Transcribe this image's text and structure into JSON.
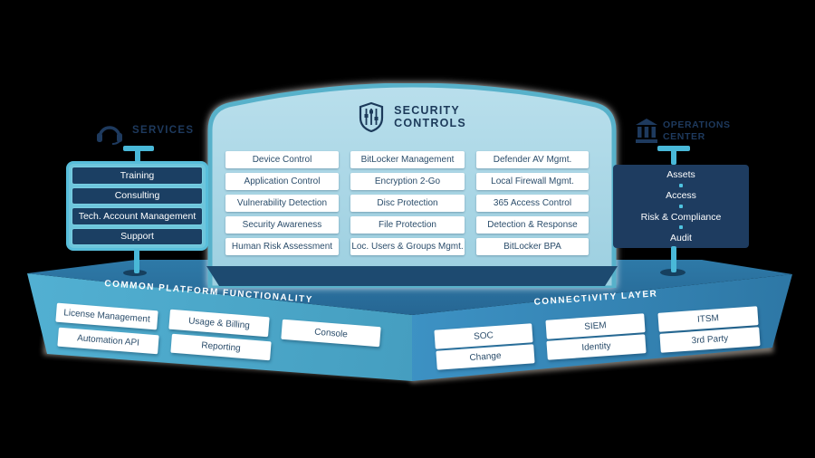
{
  "colors": {
    "background": "#000000",
    "accent_cyan": "#49b8d8",
    "navy": "#1e3c60",
    "panel_fill": "#aad5e5",
    "panel_border": "#57b1ca",
    "platform_top_face": "#2a6e99",
    "platform_left_face": "#4aa6c8",
    "platform_right_face": "#3585b5",
    "chip_text": "#2b4d6b"
  },
  "center_panel": {
    "icon": "shield-sliders-icon",
    "title_line1": "SECURITY",
    "title_line2": "CONTROLS",
    "columns": [
      {
        "items": [
          "Device Control",
          "Application Control",
          "Vulnerability Detection",
          "Security Awareness",
          "Human Risk Assessment"
        ]
      },
      {
        "items": [
          "BitLocker Management",
          "Encryption 2-Go",
          "Disc Protection",
          "File Protection",
          "Loc. Users & Groups Mgmt."
        ]
      },
      {
        "items": [
          "Defender AV Mgmt.",
          "Local Firewall Mgmt.",
          "365 Access Control",
          "Detection & Response",
          "BitLocker BPA"
        ]
      }
    ]
  },
  "services": {
    "label": "SERVICES",
    "items": [
      "Training",
      "Consulting",
      "Tech. Account Management",
      "Support"
    ]
  },
  "operations": {
    "label_line1": "OPERATIONS",
    "label_line2": "CENTER",
    "items": [
      "Assets",
      "Access",
      "Risk & Compliance",
      "Audit"
    ]
  },
  "platform": {
    "left": {
      "title": "COMMON PLATFORM FUNCTIONALITY",
      "buttons": [
        "License Management",
        "Automation API",
        "Usage & Billing",
        "Reporting",
        "Console"
      ]
    },
    "right": {
      "title": "CONNECTIVITY LAYER",
      "buttons": [
        "SOC",
        "Change",
        "SIEM",
        "Identity",
        "ITSM",
        "3rd Party"
      ]
    }
  }
}
